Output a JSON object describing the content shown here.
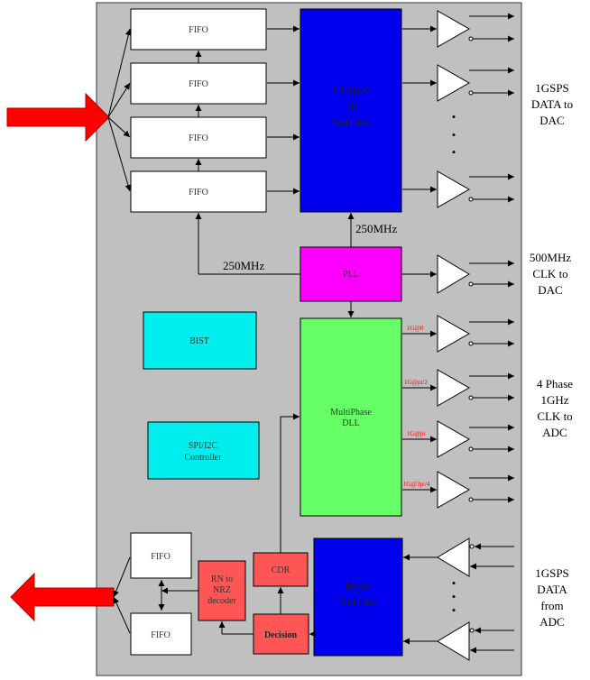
{
  "fifo_label": "FIFO",
  "output_serdes": {
    "line1": "Output",
    "line2": "16",
    "line3": "SerDes"
  },
  "input_serdes": {
    "line1": "Input",
    "line2": "SerDes"
  },
  "pll_label": "PLL",
  "bist_label": "BIST",
  "spi_i2c": {
    "line1": "SPI/I2C",
    "line2": "Controller"
  },
  "multiphase_dll": {
    "line1": "MultiPhase",
    "line2": "DLL"
  },
  "rn_nrz": {
    "line1": "RN to",
    "line2": "NRZ",
    "line3": "decoder"
  },
  "cdr_label": "CDR",
  "decision_label": "Decision",
  "freq_250_right": "250MHz",
  "freq_250_left": "250MHz",
  "phase_labels": [
    "1G@0",
    "1G@pi/2",
    "1G@pi",
    "1G@3pi/4"
  ],
  "side_data_to_dac": [
    "1GSPS",
    "DATA to",
    "DAC"
  ],
  "side_clk_to_dac": [
    "500MHz",
    "CLK to",
    "DAC"
  ],
  "side_4phase": [
    "4 Phase",
    "1GHz",
    "CLK to",
    "ADC"
  ],
  "side_data_from_adc": [
    "1GSPS",
    "DATA",
    "from",
    "ADC"
  ],
  "ellipsis_dot": "•",
  "colors": {
    "chip_bg": "#c0c0c0",
    "serdes_blue": "#0000ee",
    "pll_magenta": "#ff00ff",
    "dll_green": "#66ff66",
    "cyan": "#00eeee",
    "logic_red": "#ff5555",
    "arrow_red": "#ff0000",
    "phase_text_red": "#ff0000"
  }
}
